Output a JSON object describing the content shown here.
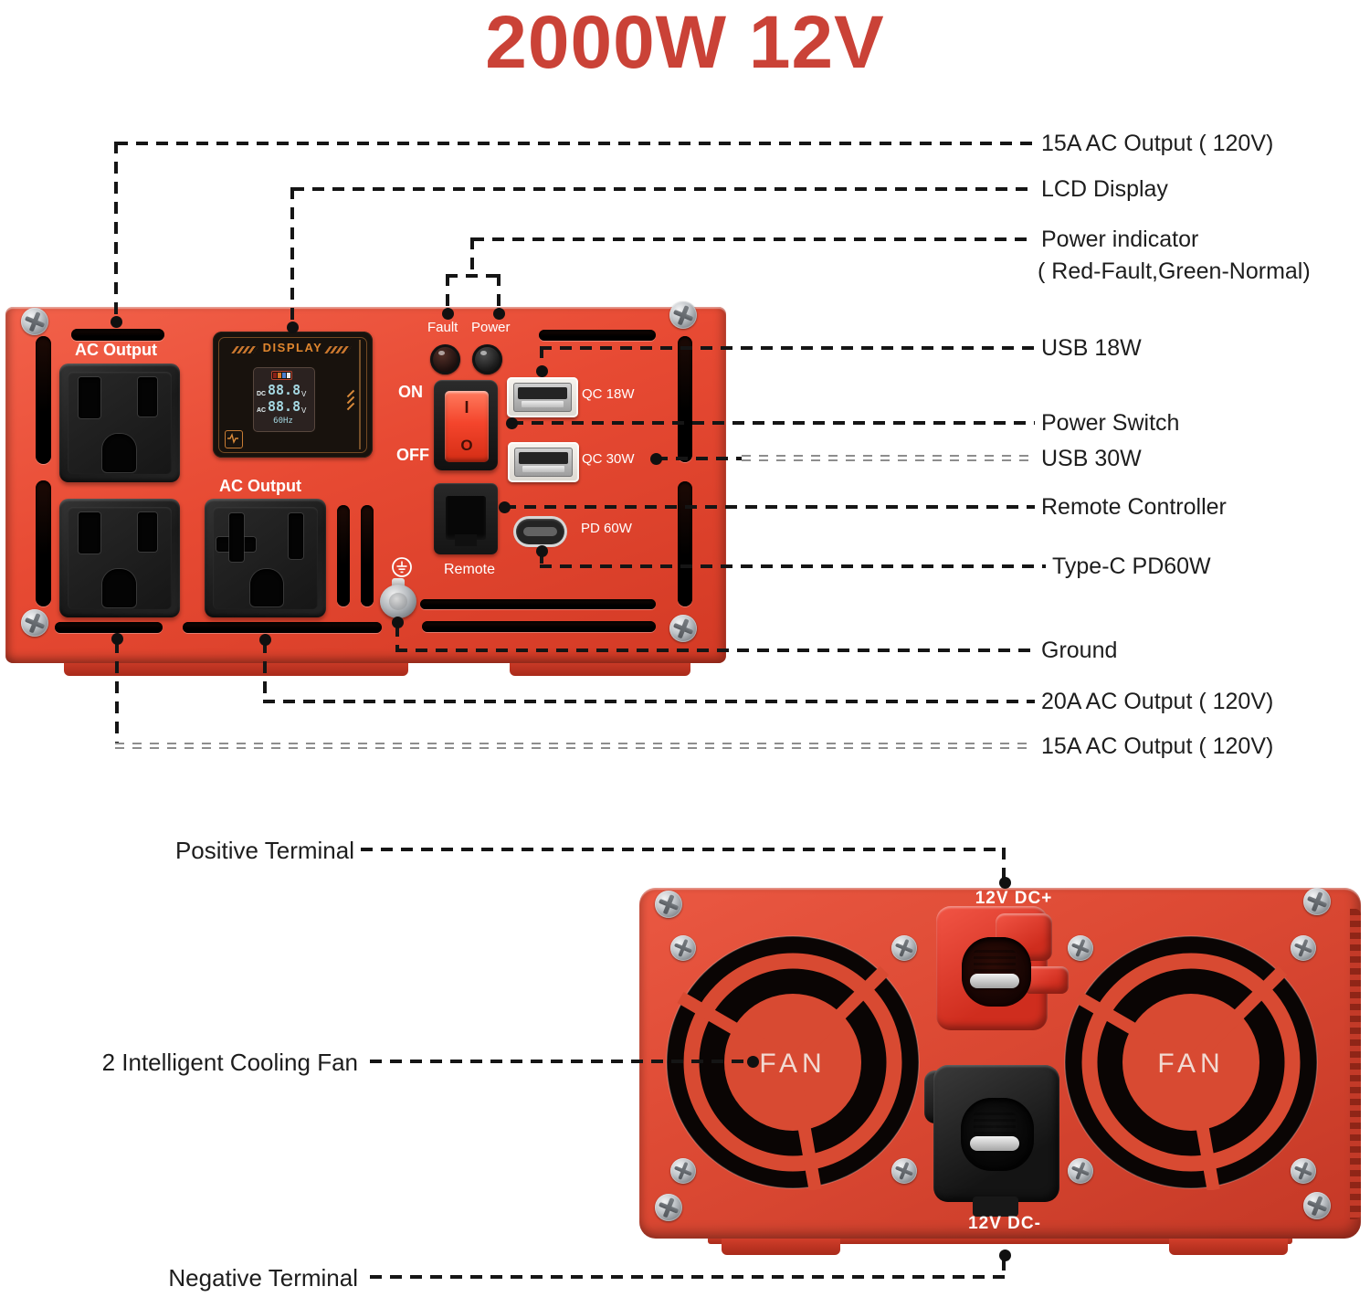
{
  "title": "2000W 12V",
  "front": {
    "panel": {
      "ac_output_1": "AC Output",
      "ac_output_2": "AC Output",
      "fault": "Fault",
      "power": "Power",
      "on": "ON",
      "off": "OFF",
      "switch_on_mark": "I",
      "switch_off_mark": "O",
      "qc18": "QC 18W",
      "qc30": "QC 30W",
      "remote": "Remote",
      "pd60": "PD 60W"
    },
    "display": {
      "title": "DISPLAY",
      "dc_label": "DC",
      "dc_value": "88.8",
      "dc_unit": "V",
      "ac_label": "AC",
      "ac_value": "88.8",
      "ac_unit": "V",
      "freq": "60Hz"
    },
    "callouts": {
      "ac15_top": "15A AC Output ( 120V)",
      "lcd": "LCD Display",
      "power_indicator_line1": "Power indicator",
      "power_indicator_line2": "( Red-Fault,Green-Normal)",
      "usb18": "USB 18W",
      "power_switch": "Power Switch",
      "usb30": "USB 30W",
      "remote": "Remote Controller",
      "typec": "Type-C PD60W",
      "ground": "Ground",
      "ac20": "20A AC Output ( 120V)",
      "ac15_bottom": "15A AC Output ( 120V)"
    }
  },
  "rear": {
    "panel": {
      "dc_plus": "12V DC+",
      "dc_minus": "12V DC-",
      "fan_left": "FAN",
      "fan_right": "FAN"
    },
    "callouts": {
      "positive": "Positive Terminal",
      "fans": "2 Intelligent Cooling Fan",
      "negative": "Negative Terminal"
    }
  },
  "colors": {
    "title_red": "#ca4237",
    "panel_red": "#e74a33",
    "lcd_orange": "#d98a3a",
    "lcd_digit_cyan": "#a5d8e2",
    "label_text": "#1d1d1d"
  }
}
